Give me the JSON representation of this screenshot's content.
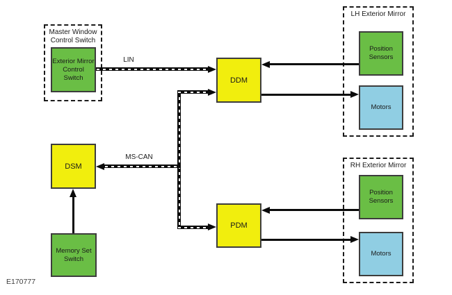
{
  "figure_id": "E170777",
  "groups": {
    "master": {
      "label": "Master Window\nControl Switch"
    },
    "lh_mirror": {
      "label": "LH Exterior Mirror"
    },
    "rh_mirror": {
      "label": "RH Exterior Mirror"
    }
  },
  "nodes": {
    "exterior_mirror_control_switch": {
      "label": "Exterior Mirror\nControl Switch"
    },
    "ddm": {
      "label": "DDM"
    },
    "dsm": {
      "label": "DSM"
    },
    "pdm": {
      "label": "PDM"
    },
    "memory_set_switch": {
      "label": "Memory Set\nSwitch"
    },
    "lh_position_sensors": {
      "label": "Position\nSensors"
    },
    "lh_motors": {
      "label": "Motors"
    },
    "rh_position_sensors": {
      "label": "Position\nSensors"
    },
    "rh_motors": {
      "label": "Motors"
    }
  },
  "buses": {
    "lin": {
      "label": "LIN"
    },
    "ms_can": {
      "label": "MS-CAN"
    }
  },
  "colors": {
    "module_yellow": "#f1ee0d",
    "switch_green": "#6abe45",
    "motor_blue": "#90cee3",
    "line_black": "#0a0a0a"
  }
}
